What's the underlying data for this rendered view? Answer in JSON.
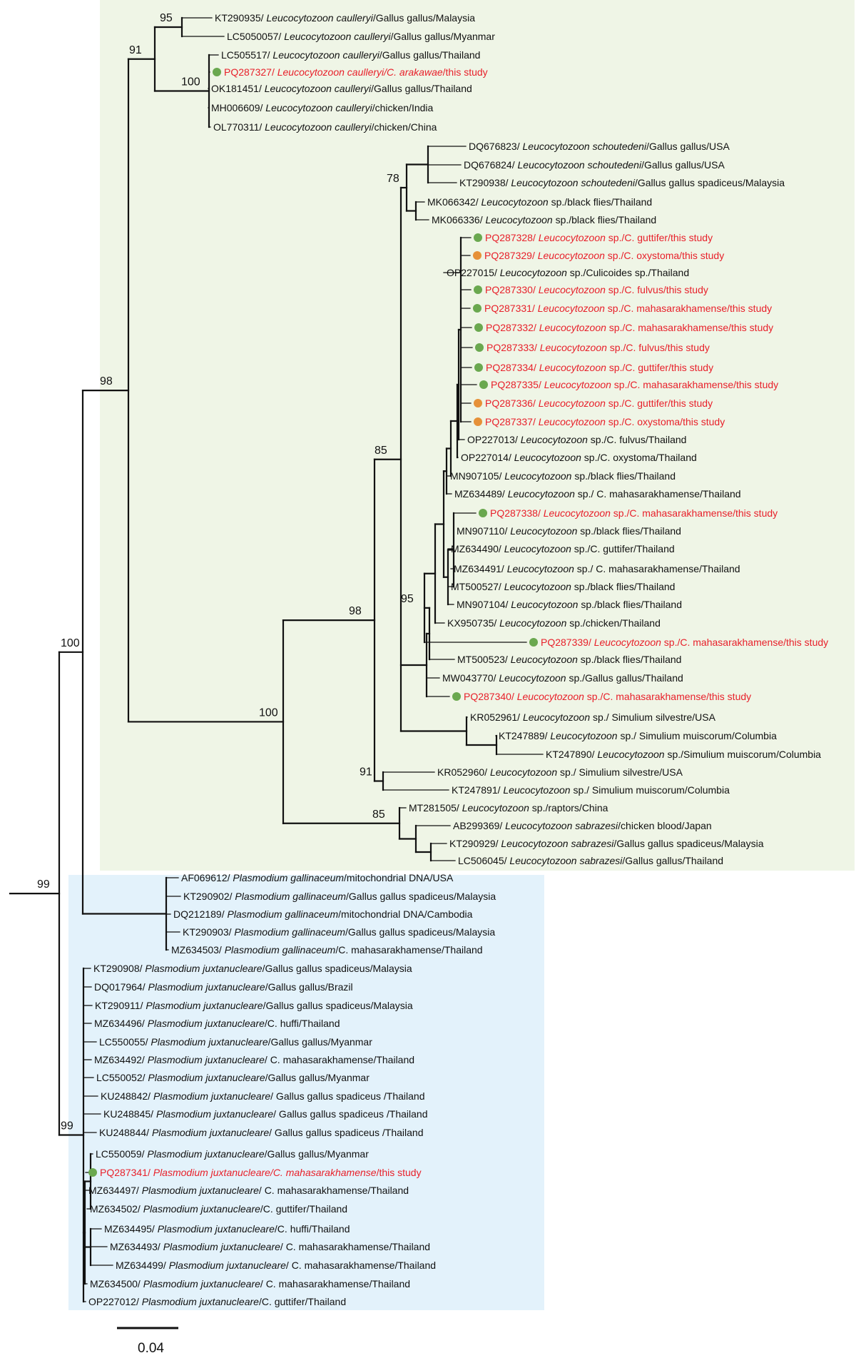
{
  "colors": {
    "leucocytozoon_clade_bg": "#eff5e6",
    "plasmodium_clade_bg": "#e3f2fb",
    "branch": "#111111",
    "this_study_text": "#e8202a",
    "normal_text": "#111111",
    "marker_green": "#6aa84f",
    "marker_orange": "#e69138"
  },
  "scale_bar": {
    "label": "0.04"
  },
  "bootstrap_values": [
    "95",
    "91",
    "100",
    "78",
    "85",
    "98",
    "95",
    "100",
    "91",
    "85",
    "98",
    "99",
    "100",
    "99"
  ],
  "leaves": [
    {
      "id": "KT290935/ ",
      "sp": "Leucocytozoon caulleryi",
      "rest": "/Gallus gallus/Malaysia"
    },
    {
      "id": "LC5050057/ ",
      "sp": "Leucocytozoon caulleryi",
      "rest": "/Gallus gallus/Myanmar"
    },
    {
      "id": "LC505517/ ",
      "sp": "Leucocytozoon caulleryi",
      "rest": "/Gallus gallus/Thailand"
    },
    {
      "id": "PQ287327/ ",
      "sp": "Leucocytozoon caulleryi/C. arakawae",
      "rest": "/this study",
      "red": true,
      "marker": "green"
    },
    {
      "id": "OK181451/ ",
      "sp": "Leucocytozoon caulleryi",
      "rest": "/Gallus gallus/Thailand"
    },
    {
      "id": "MH006609/ ",
      "sp": "Leucocytozoon caulleryi",
      "rest": "/chicken/India"
    },
    {
      "id": "OL770311/ ",
      "sp": "Leucocytozoon caulleryi",
      "rest": "/chicken/China"
    },
    {
      "id": "DQ676823/ ",
      "sp": "Leucocytozoon schoutedeni",
      "rest": "/Gallus gallus/USA"
    },
    {
      "id": "DQ676824/ ",
      "sp": "Leucocytozoon schoutedeni",
      "rest": "/Gallus gallus/USA"
    },
    {
      "id": "KT290938/ ",
      "sp": "Leucocytozoon schoutedeni",
      "rest": "/Gallus gallus spadiceus/Malaysia"
    },
    {
      "id": "MK066342/ ",
      "sp": "Leucocytozoon",
      "rest": " sp./black flies/Thailand"
    },
    {
      "id": "MK066336/ ",
      "sp": "Leucocytozoon",
      "rest": " sp./black flies/Thailand"
    },
    {
      "id": "PQ287328/ ",
      "sp": "Leucocytozoon",
      "rest": " sp./C. guttifer/this study",
      "red": true,
      "marker": "green"
    },
    {
      "id": "PQ287329/ ",
      "sp": "Leucocytozoon",
      "rest": " sp./C. oxystoma/this study",
      "red": true,
      "marker": "orange"
    },
    {
      "id": "OP227015/ ",
      "sp": "Leucocytozoon",
      "rest": " sp./Culicoides sp./Thailand"
    },
    {
      "id": "PQ287330/ ",
      "sp": "Leucocytozoon",
      "rest": " sp./C. fulvus/this study",
      "red": true,
      "marker": "green"
    },
    {
      "id": "PQ287331/ ",
      "sp": "Leucocytozoon",
      "rest": " sp./C. mahasarakhamense/this study",
      "red": true,
      "marker": "green"
    },
    {
      "id": "PQ287332/ ",
      "sp": "Leucocytozoon",
      "rest": " sp./C. mahasarakhamense/this study",
      "red": true,
      "marker": "green"
    },
    {
      "id": "PQ287333/ ",
      "sp": "Leucocytozoon",
      "rest": " sp./C. fulvus/this study",
      "red": true,
      "marker": "green"
    },
    {
      "id": "PQ287334/ ",
      "sp": "Leucocytozoon",
      "rest": " sp./C. guttifer/this study",
      "red": true,
      "marker": "green"
    },
    {
      "id": "PQ287335/ ",
      "sp": "Leucocytozoon",
      "rest": " sp./C. mahasarakhamense/this study",
      "red": true,
      "marker": "green"
    },
    {
      "id": "PQ287336/ ",
      "sp": "Leucocytozoon",
      "rest": " sp./C. guttifer/this study",
      "red": true,
      "marker": "orange"
    },
    {
      "id": "PQ287337/ ",
      "sp": "Leucocytozoon",
      "rest": " sp./C. oxystoma/this study",
      "red": true,
      "marker": "orange"
    },
    {
      "id": "OP227013/ ",
      "sp": "Leucocytozoon",
      "rest": " sp./C. fulvus/Thailand"
    },
    {
      "id": "OP227014/ ",
      "sp": "Leucocytozoon",
      "rest": " sp./C. oxystoma/Thailand"
    },
    {
      "id": "MN907105/ ",
      "sp": "Leucocytozoon",
      "rest": " sp./black flies/Thailand"
    },
    {
      "id": "MZ634489/ ",
      "sp": "Leucocytozoon",
      "rest": " sp./ C. mahasarakhamense/Thailand"
    },
    {
      "id": "PQ287338/ ",
      "sp": "Leucocytozoon",
      "rest": " sp./C. mahasarakhamense/this study",
      "red": true,
      "marker": "green"
    },
    {
      "id": "MN907110/ ",
      "sp": "Leucocytozoon",
      "rest": " sp./black flies/Thailand"
    },
    {
      "id": "MZ634490/ ",
      "sp": "Leucocytozoon",
      "rest": " sp./C. guttifer/Thailand"
    },
    {
      "id": "MZ634491/ ",
      "sp": "Leucocytozoon",
      "rest": " sp./ C. mahasarakhamense/Thailand"
    },
    {
      "id": "MT500527/ ",
      "sp": "Leucocytozoon",
      "rest": " sp./black flies/Thailand"
    },
    {
      "id": "MN907104/ ",
      "sp": "Leucocytozoon",
      "rest": " sp./black flies/Thailand"
    },
    {
      "id": "KX950735/ ",
      "sp": "Leucocytozoon",
      "rest": " sp./chicken/Thailand"
    },
    {
      "id": "PQ287339/ ",
      "sp": "Leucocytozoon",
      "rest": " sp./C. mahasarakhamense/this study",
      "red": true,
      "marker": "green"
    },
    {
      "id": "MT500523/ ",
      "sp": "Leucocytozoon",
      "rest": " sp./black flies/Thailand"
    },
    {
      "id": "MW043770/ ",
      "sp": "Leucocytozoon",
      "rest": " sp./Gallus gallus/Thailand"
    },
    {
      "id": "PQ287340/ ",
      "sp": "Leucocytozoon",
      "rest": " sp./C. mahasarakhamense/this study",
      "red": true,
      "marker": "green"
    },
    {
      "id": "KR052961/ ",
      "sp": "Leucocytozoon",
      "rest": " sp./ Simulium silvestre/USA"
    },
    {
      "id": "KT247889/ ",
      "sp": "Leucocytozoon",
      "rest": " sp./ Simulium muiscorum/Columbia"
    },
    {
      "id": "KT247890/ ",
      "sp": "Leucocytozoon",
      "rest": " sp./Simulium muiscorum/Columbia"
    },
    {
      "id": "KR052960/ ",
      "sp": "Leucocytozoon",
      "rest": " sp./ Simulium silvestre/USA"
    },
    {
      "id": "KT247891/ ",
      "sp": "Leucocytozoon",
      "rest": " sp./ Simulium muiscorum/Columbia"
    },
    {
      "id": "MT281505/ ",
      "sp": "Leucocytozoon",
      "rest": " sp./raptors/China"
    },
    {
      "id": "AB299369/ ",
      "sp": "Leucocytozoon sabrazesi",
      "rest": "/chicken blood/Japan"
    },
    {
      "id": "KT290929/ ",
      "sp": "Leucocytozoon sabrazesi",
      "rest": "/Gallus gallus spadiceus/Malaysia"
    },
    {
      "id": "LC506045/ ",
      "sp": "Leucocytozoon sabrazesi",
      "rest": "/Gallus gallus/Thailand"
    },
    {
      "id": "AF069612/ ",
      "sp": "Plasmodium gallinaceum",
      "rest": "/mitochondrial DNA/USA"
    },
    {
      "id": "KT290902/ ",
      "sp": "Plasmodium gallinaceum",
      "rest": "/Gallus gallus spadiceus/Malaysia"
    },
    {
      "id": "DQ212189/ ",
      "sp": "Plasmodium gallinaceum",
      "rest": "/mitochondrial DNA/Cambodia"
    },
    {
      "id": "KT290903/ ",
      "sp": "Plasmodium gallinaceum",
      "rest": "/Gallus gallus spadiceus/Malaysia"
    },
    {
      "id": "MZ634503/ ",
      "sp": "Plasmodium gallinaceum",
      "rest": "/C. mahasarakhamense/Thailand"
    },
    {
      "id": "KT290908/ ",
      "sp": "Plasmodium juxtanucleare",
      "rest": "/Gallus gallus spadiceus/Malaysia"
    },
    {
      "id": "DQ017964/ ",
      "sp": "Plasmodium juxtanucleare",
      "rest": "/Gallus gallus/Brazil"
    },
    {
      "id": "KT290911/ ",
      "sp": "Plasmodium juxtanucleare",
      "rest": "/Gallus gallus spadiceus/Malaysia"
    },
    {
      "id": "MZ634496/ ",
      "sp": "Plasmodium juxtanucleare",
      "rest": "/C. huffi/Thailand"
    },
    {
      "id": "LC550055/ ",
      "sp": "Plasmodium juxtanucleare",
      "rest": "/Gallus gallus/Myanmar"
    },
    {
      "id": "MZ634492/ ",
      "sp": "Plasmodium juxtanucleare",
      "rest": "/ C. mahasarakhamense/Thailand"
    },
    {
      "id": "LC550052/ ",
      "sp": "Plasmodium juxtanucleare",
      "rest": "/Gallus gallus/Myanmar"
    },
    {
      "id": "KU248842/ ",
      "sp": "Plasmodium juxtanucleare",
      "rest": "/ Gallus gallus spadiceus /Thailand"
    },
    {
      "id": "KU248845/ ",
      "sp": "Plasmodium juxtanucleare",
      "rest": "/ Gallus gallus spadiceus /Thailand"
    },
    {
      "id": "KU248844/ ",
      "sp": "Plasmodium juxtanucleare",
      "rest": "/ Gallus gallus spadiceus /Thailand"
    },
    {
      "id": "LC550059/ ",
      "sp": "Plasmodium juxtanucleare",
      "rest": "/Gallus gallus/Myanmar"
    },
    {
      "id": "PQ287341/ ",
      "sp": "Plasmodium juxtanucleare/C. mahasarakhamense",
      "rest": "/this study",
      "red": true,
      "marker": "green"
    },
    {
      "id": "MZ634497/ ",
      "sp": "Plasmodium juxtanucleare",
      "rest": "/ C. mahasarakhamense/Thailand"
    },
    {
      "id": "MZ634502/ ",
      "sp": "Plasmodium juxtanucleare",
      "rest": "/C. guttifer/Thailand"
    },
    {
      "id": "MZ634495/ ",
      "sp": "Plasmodium juxtanucleare",
      "rest": "/C. huffi/Thailand"
    },
    {
      "id": "MZ634493/ ",
      "sp": "Plasmodium juxtanucleare",
      "rest": "/ C. mahasarakhamense/Thailand"
    },
    {
      "id": "MZ634499/ ",
      "sp": "Plasmodium juxtanucleare",
      "rest": "/ C. mahasarakhamense/Thailand"
    },
    {
      "id": "MZ634500/ ",
      "sp": "Plasmodium juxtanucleare",
      "rest": "/ C. mahasarakhamense/Thailand"
    },
    {
      "id": "OP227012/ ",
      "sp": "Plasmodium juxtanucleare",
      "rest": "/C. guttifer/Thailand"
    }
  ]
}
